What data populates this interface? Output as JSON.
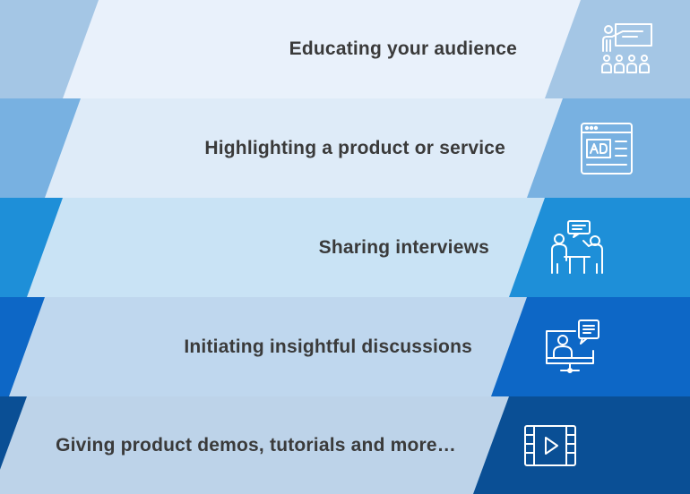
{
  "colors": {
    "row_bg": [
      "#a4c6e5",
      "#78b1e1",
      "#1e8fd8",
      "#0d67c6",
      "#0a4f95"
    ],
    "band": [
      "#e9f1fb",
      "#deebf8",
      "#c9e3f5",
      "#bfd7ee",
      "#bdd3e9"
    ],
    "label_text": "#3a3a3a",
    "icon_stroke": "#ffffff"
  },
  "items": [
    {
      "label": "Educating your audience",
      "icon": "presentation-icon"
    },
    {
      "label": "Highlighting a product or service",
      "icon": "ad-browser-icon"
    },
    {
      "label": "Sharing interviews",
      "icon": "interview-icon"
    },
    {
      "label": "Initiating insightful discussions",
      "icon": "online-discussion-icon"
    },
    {
      "label": "Giving product demos, tutorials and more…",
      "icon": "video-play-icon"
    }
  ]
}
